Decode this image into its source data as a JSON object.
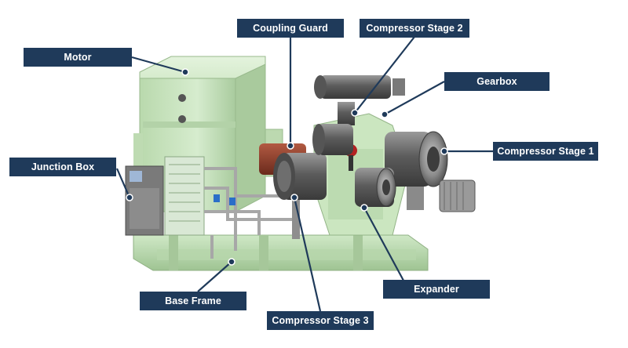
{
  "labels": {
    "motor": "Motor",
    "coupling_guard": "Coupling Guard",
    "compressor_stage_2": "Compressor Stage 2",
    "gearbox": "Gearbox",
    "junction_box": "Junction Box",
    "compressor_stage_1": "Compressor Stage 1",
    "base_frame": "Base Frame",
    "expander": "Expander",
    "compressor_stage_3": "Compressor Stage 3"
  },
  "colors": {
    "label_background": "#1f3a5a",
    "label_text": "#ffffff",
    "leader_line": "#1f3a5a",
    "machine_green": "#cfe8c6",
    "compressor_gray": "#6d6d6d",
    "coupling_red": "#8a3a2a"
  }
}
